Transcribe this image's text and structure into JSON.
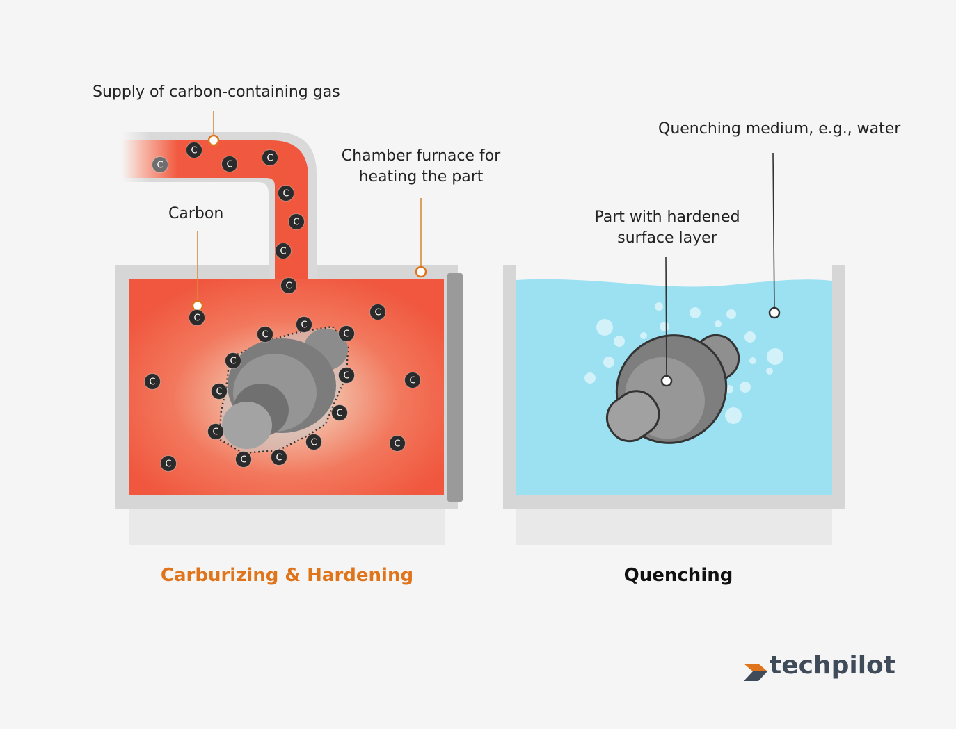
{
  "labels": {
    "supply_gas": "Supply of carbon-containing gas",
    "chamber_line1": "Chamber furnace for",
    "chamber_line2": "heating the part",
    "carbon": "Carbon",
    "quench_medium": "Quenching medium, e.g., water",
    "part_line1": "Part with hardened",
    "part_line2": "surface layer"
  },
  "titles": {
    "carburizing": "Carburizing & Hardening",
    "quenching": "Quenching"
  },
  "carbon_symbol": "C",
  "brand": {
    "name": "techpilot"
  },
  "colors": {
    "accent_orange": "#e0741a",
    "furnace_red": "#f0573e",
    "water_blue": "#9be1f2",
    "part_gray": "#8e8e8e",
    "brand_dark": "#404b5a",
    "title_dark": "#111111"
  },
  "icons": {
    "carbon_atom": "carbon-atom-icon",
    "logo_arrow": "techpilot-arrow-icon"
  }
}
